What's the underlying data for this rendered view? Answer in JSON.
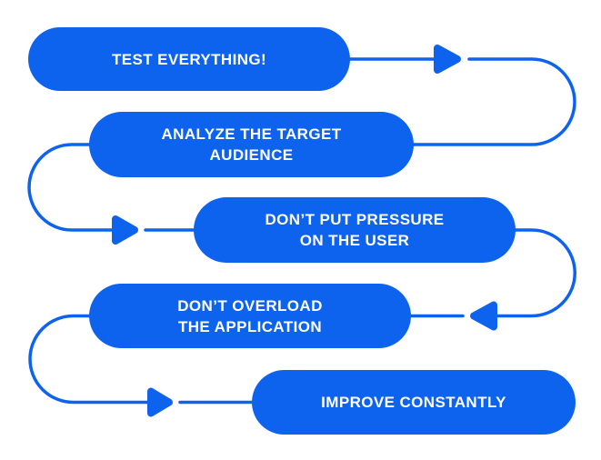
{
  "diagram": {
    "type": "flow",
    "accent_color": "#0E63EE",
    "background_color": "#FFFFFF",
    "text_color": "#FFFFFF",
    "steps": [
      {
        "order": 1,
        "lines": [
          "TEST EVERYTHING!",
          ""
        ]
      },
      {
        "order": 2,
        "lines": [
          "ANALYZE THE TARGET",
          "AUDIENCE"
        ]
      },
      {
        "order": 3,
        "lines": [
          "DON’T PUT PRESSURE",
          "ON THE USER"
        ]
      },
      {
        "order": 4,
        "lines": [
          "DON’T OVERLOAD",
          "THE APPLICATION"
        ]
      },
      {
        "order": 5,
        "lines": [
          "IMPROVE CONSTANTLY",
          ""
        ]
      }
    ]
  }
}
